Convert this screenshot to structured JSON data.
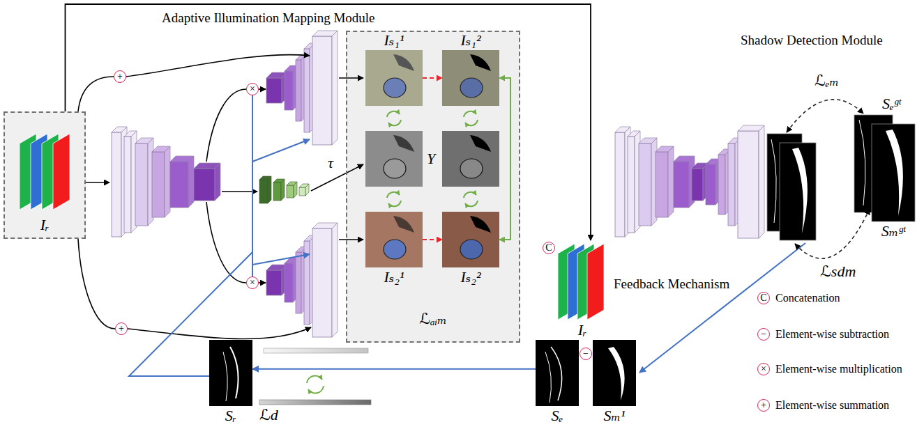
{
  "diagram": {
    "nodes": [
      {
        "text": [
          "Iᵣ"
        ]
      },
      {
        "text": [
          "ℒₐᵢₘ"
        ]
      },
      {
        "text": [
          "Iₛ₁¹"
        ],
        "in": 1
      },
      {
        "text": [
          "Iₛ₁²"
        ],
        "in": 1
      },
      {
        "text": [
          "Y"
        ],
        "in": 1
      },
      {
        "text": [
          "Iₛ₂¹"
        ],
        "in": 1
      },
      {
        "text": [
          "Iₛ₂²"
        ],
        "in": 1
      },
      {
        "text": [
          "Iᵣ"
        ]
      },
      {
        "text": [
          "Sₑᵍᵗ"
        ]
      },
      {
        "text": [
          "Sₘᵍᵗ"
        ]
      },
      {
        "text": [
          "Sₑ"
        ]
      },
      {
        "text": [
          "Sₘ¹"
        ]
      },
      {
        "text": [
          "Sᵣ"
        ]
      }
    ],
    "edges": [
      {
        "from": 0,
        "to": 7,
        "arrow": "to"
      },
      {
        "from": 2,
        "to": 3,
        "arrow": "to"
      },
      {
        "from": 5,
        "to": 6,
        "arrow": "to"
      },
      {
        "from": 3,
        "to": 6,
        "arrow": "both"
      },
      {
        "from": 10,
        "to": 12,
        "arrow": "to"
      }
    ],
    "labels": [
      "Adaptive Illumination Mapping Module",
      "Shadow Detection Module",
      "+",
      "×",
      "τ",
      "ℒₑₘ",
      "C",
      "ℒsdm",
      "+",
      "×",
      "Feedback Mechanism",
      "−",
      "ℒd",
      "C",
      "−",
      "×",
      "+"
    ],
    "legend": [
      {
        "text": "Concatenation"
      },
      {
        "text": "Element-wise subtraction"
      },
      {
        "text": "Element-wise multiplication"
      },
      {
        "text": "Element-wise summation"
      }
    ]
  }
}
